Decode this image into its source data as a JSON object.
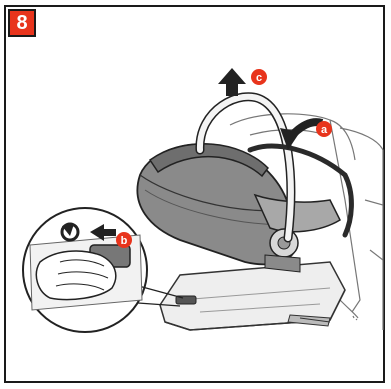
{
  "step": {
    "number": "8"
  },
  "markers": {
    "a": {
      "label": "a"
    },
    "b": {
      "label": "b"
    },
    "c": {
      "label": "c"
    }
  },
  "colors": {
    "accent": "#e8341c",
    "outline": "#1a1a1a",
    "seat_dark": "#6e6e6e",
    "seat_mid": "#8a8a8a",
    "seat_light": "#a8a8a8",
    "base": "#eeeeee"
  }
}
